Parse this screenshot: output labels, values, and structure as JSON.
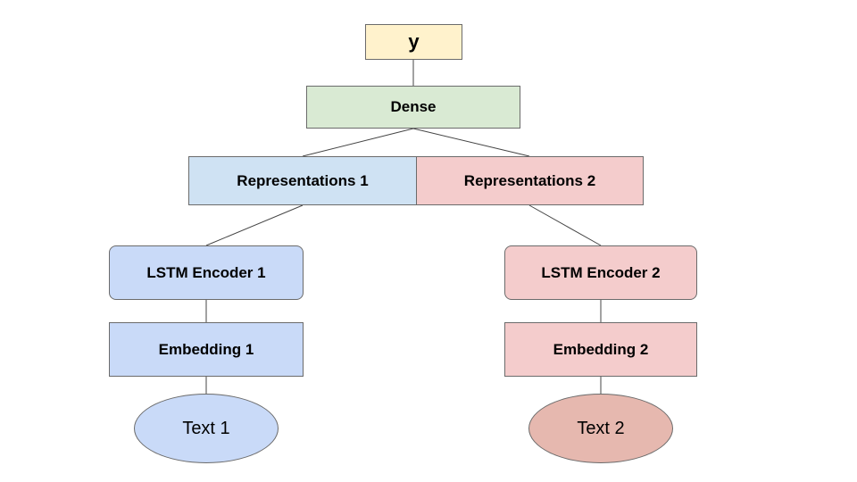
{
  "nodes": {
    "y": {
      "label": "y",
      "color": "#fff2cc"
    },
    "dense": {
      "label": "Dense",
      "color": "#d9ead3"
    },
    "rep1": {
      "label": "Representations 1",
      "color": "#cfe2f3"
    },
    "rep2": {
      "label": "Representations 2",
      "color": "#f4cccc"
    },
    "lstm1": {
      "label": "LSTM Encoder 1",
      "color": "#c9daf8"
    },
    "lstm2": {
      "label": "LSTM Encoder 2",
      "color": "#f4cccc"
    },
    "emb1": {
      "label": "Embedding 1",
      "color": "#c9daf8"
    },
    "emb2": {
      "label": "Embedding 2",
      "color": "#f4cccc"
    },
    "text1": {
      "label": "Text 1",
      "color": "#c9daf8"
    },
    "text2": {
      "label": "Text 2",
      "color": "#e6b8af"
    }
  }
}
